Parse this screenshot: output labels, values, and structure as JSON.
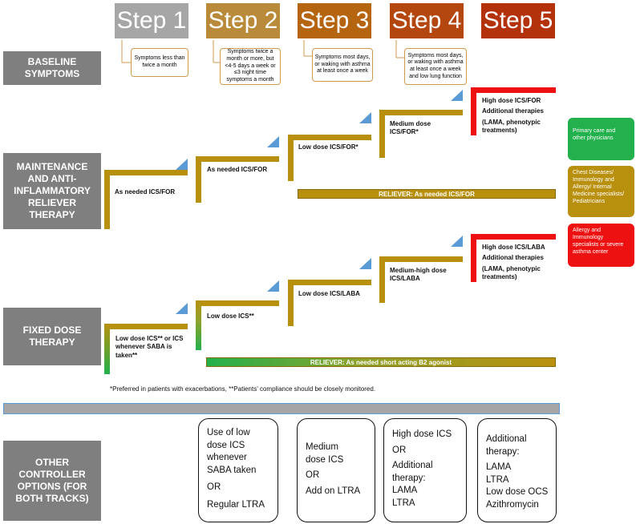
{
  "steps": [
    "Step 1",
    "Step 2",
    "Step 3",
    "Step 4",
    "Step 5"
  ],
  "step_colors": [
    "#a6a6a6",
    "#b88a3a",
    "#b5650f",
    "#b4470f",
    "#b3320c"
  ],
  "row_labels": {
    "baseline": "BASELINE SYMPTOMS",
    "maintenance": "MAINTENANCE AND ANTI-INFLAMMATORY RELIEVER THERAPY",
    "fixed": "FIXED DOSE THERAPY",
    "other": "OTHER CONTROLLER OPTIONS (FOR BOTH TRACKS)"
  },
  "symptoms": [
    "Symptoms less than twice a month",
    "Symptoms twice a month or more, but <4-5 days a week or ≤3 night time symptoms a month",
    "Symptoms most days, or waking with asthma at least once a week",
    "Symptoms most days, or waking with asthma at least once a week and low lung function"
  ],
  "maintenance_steps": [
    {
      "lines": [
        "As needed ICS/FOR"
      ]
    },
    {
      "lines": [
        "As needed ICS/FOR"
      ]
    },
    {
      "lines": [
        "Low dose ICS/FOR*"
      ]
    },
    {
      "lines": [
        "Medium dose",
        "ICS/FOR*"
      ]
    },
    {
      "lines": [
        "High dose ICS/FOR",
        "Additional therapies",
        "(LAMA, phenotypic",
        "treatments)"
      ]
    }
  ],
  "maintenance_reliever": "RELIEVER: As needed ICS/FOR",
  "fixed_steps": [
    {
      "lines": [
        "Low dose ICS** or ICS",
        "whenever SABA is",
        "taken**"
      ]
    },
    {
      "lines": [
        "Low dose ICS**"
      ]
    },
    {
      "lines": [
        "Low dose ICS/LABA"
      ]
    },
    {
      "lines": [
        "Medium-high dose",
        "ICS/LABA"
      ]
    },
    {
      "lines": [
        "High dose ICS/LABA",
        "Additional therapies",
        "(LAMA, phenotypic",
        "treatments)"
      ]
    }
  ],
  "fixed_reliever": "RELIEVER: As needed short acting B2 agonist",
  "footnote": "*Preferred in patients with exacerbations, **Patients' compliance should be closely monitored.",
  "other_options": [
    [
      "Use of low",
      "dose ICS",
      "whenever",
      "SABA taken",
      "OR",
      "Regular LTRA"
    ],
    [
      "Medium",
      "dose ICS",
      "OR",
      "Add on LTRA"
    ],
    [
      "High dose ICS",
      "OR",
      "Additional",
      "therapy:",
      "LAMA",
      "LTRA"
    ],
    [
      "Additional",
      "therapy:",
      "LAMA",
      "LTRA",
      "Low dose OCS",
      "Azithromycin"
    ]
  ],
  "legend": [
    {
      "text": "Primary care and other physicians",
      "color": "#22b14c"
    },
    {
      "text": "Chest Diseases/ Immunology and Allergy/ Internal Medicine specialists/ Pediatricians",
      "color": "#b8900e"
    },
    {
      "text": "Allergy and Immunology specialists or severe asthma center",
      "color": "#ee1111"
    }
  ],
  "colors": {
    "gold": "#b8900e",
    "green": "#22b14c",
    "red": "#ee1111",
    "arrow": "#5b9bd5",
    "divider": "#a6a6a6"
  }
}
